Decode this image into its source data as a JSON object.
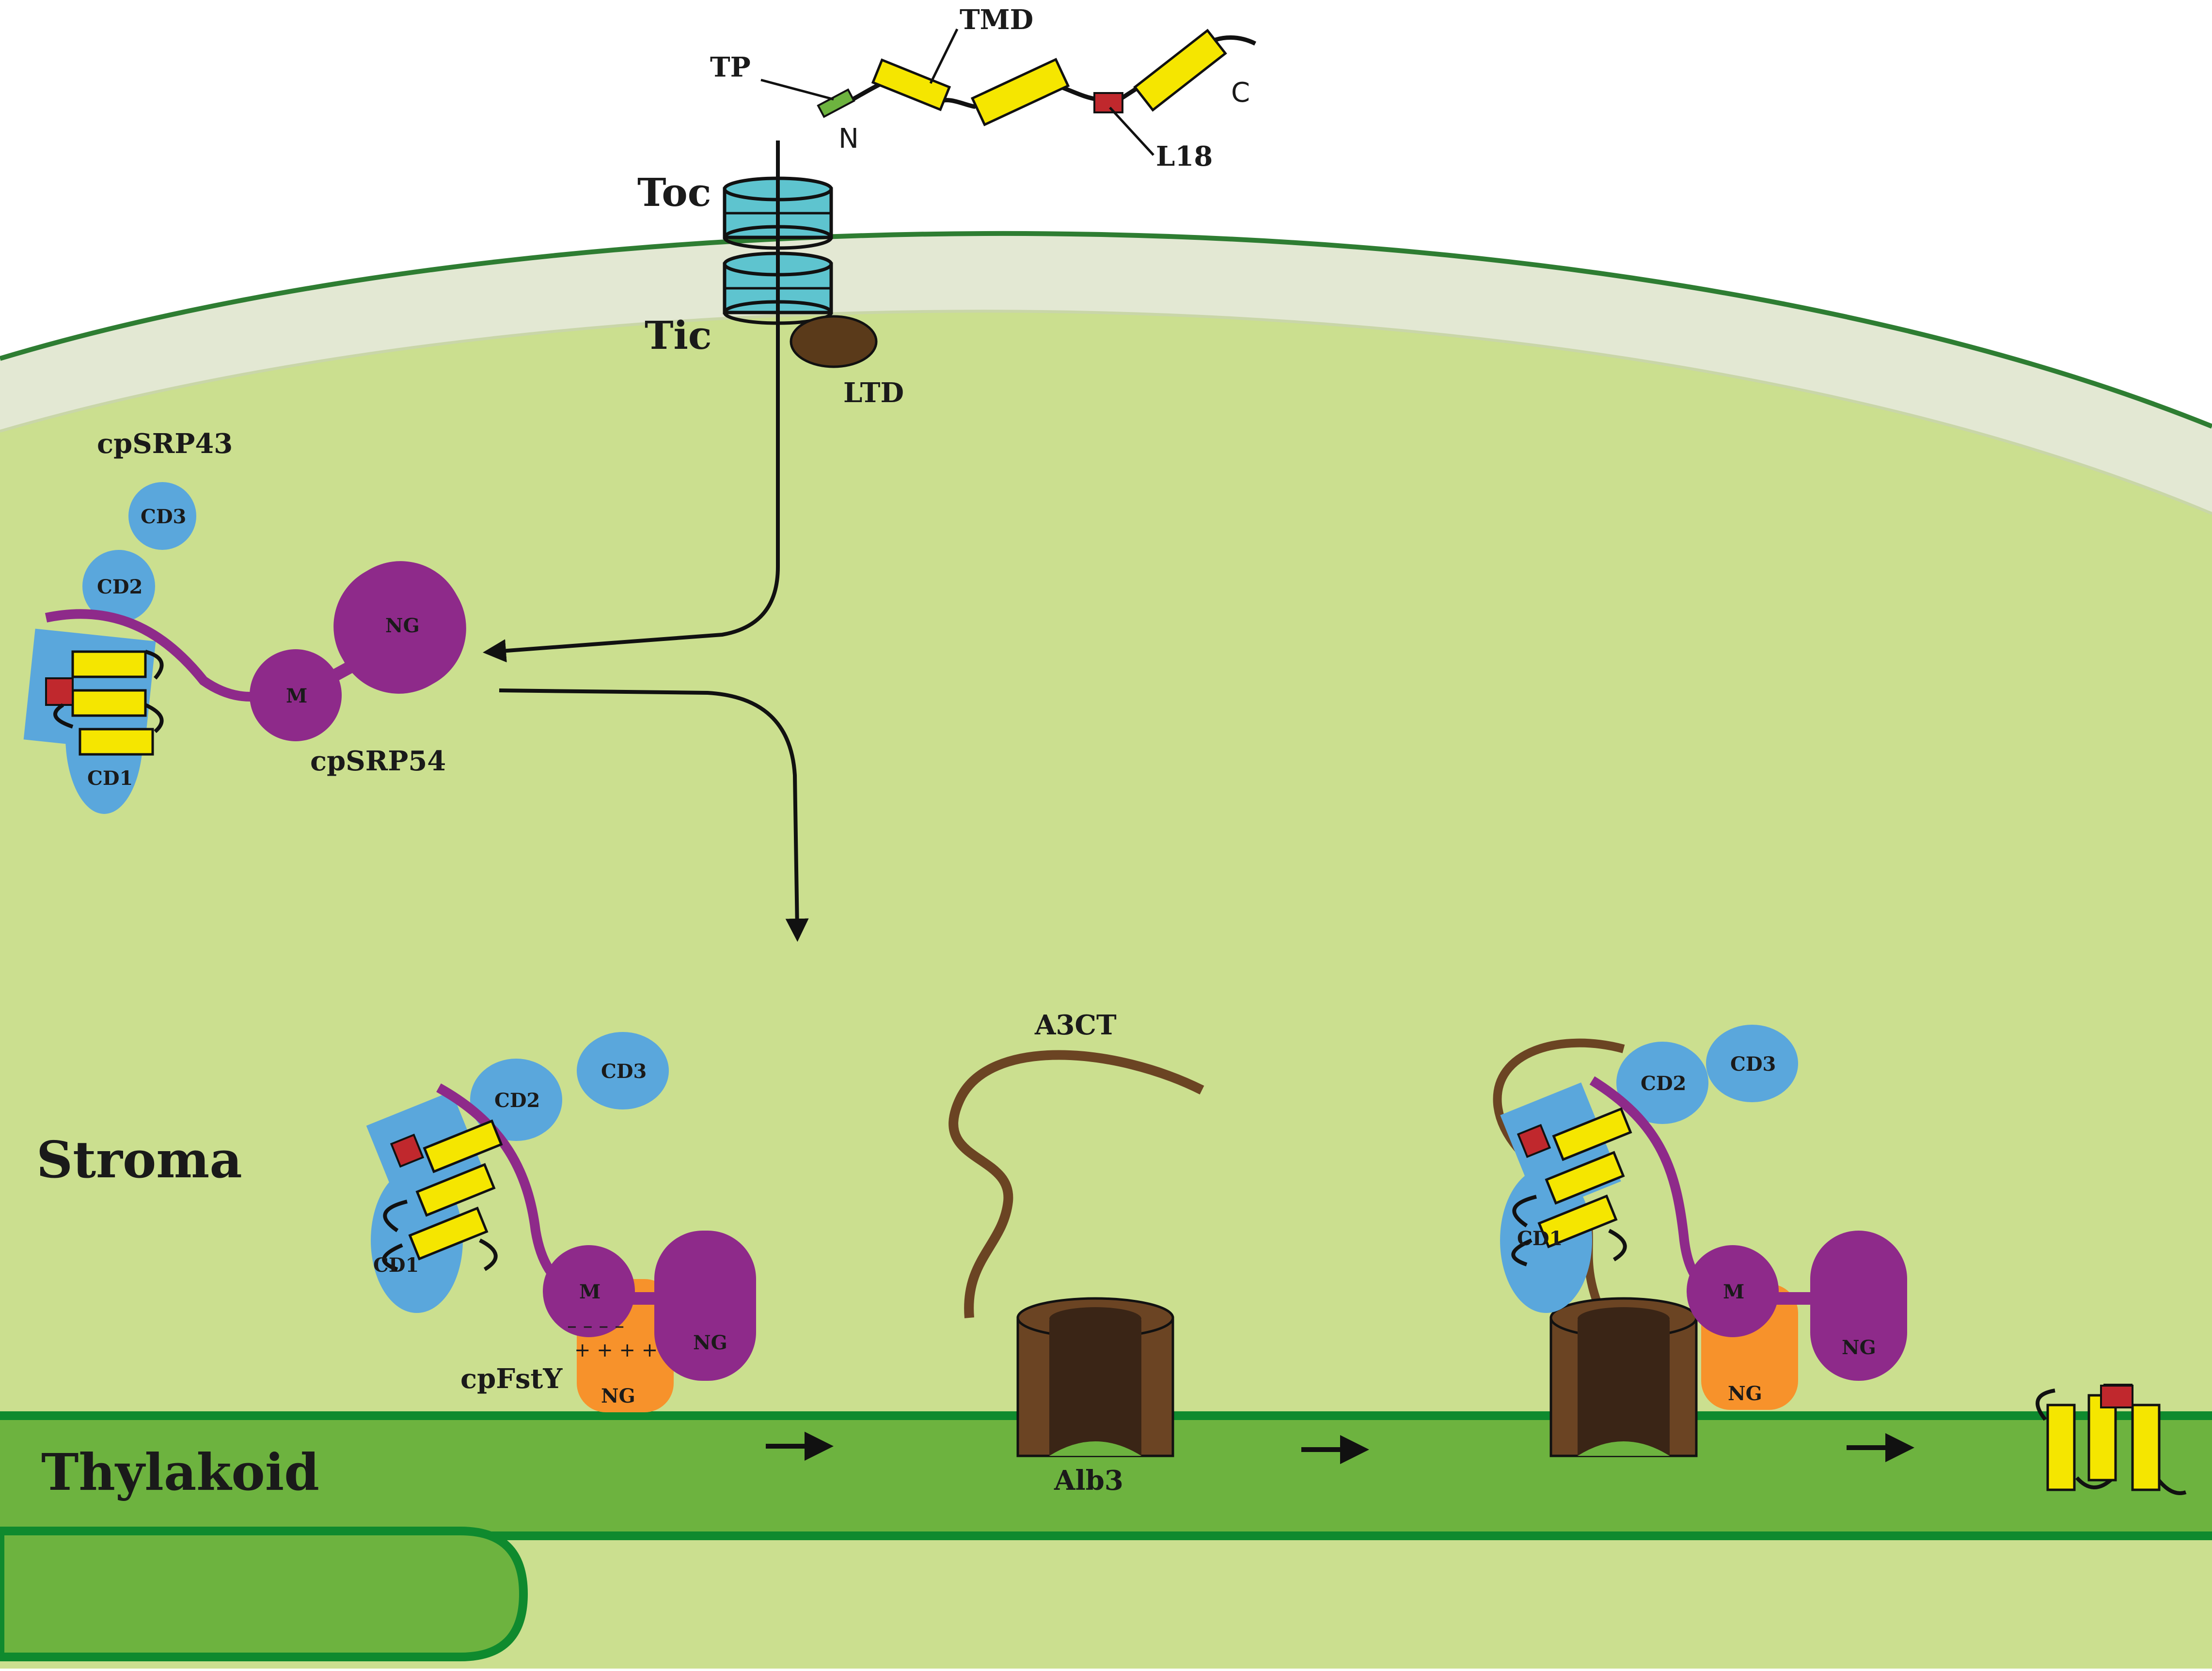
{
  "labels": {
    "tp": "TP",
    "tmd": "TMD",
    "n_term": "N",
    "c_term": "C",
    "l18": "L18",
    "toc": "Toc",
    "tic": "Tic",
    "ltd": "LTD",
    "cpsrp43": "cpSRP43",
    "cpsrp54": "cpSRP54",
    "stroma": "Stroma",
    "thylakoid": "Thylakoid",
    "cpftsy": "cpFstY",
    "a3ct": "A3CT",
    "alb3": "Alb3"
  },
  "domains": {
    "cd1": "CD1",
    "cd2": "CD2",
    "cd3": "CD3",
    "m": "M",
    "ng": "NG"
  },
  "charges": {
    "negative": "– – – –",
    "positive": "+ + + +"
  },
  "colors": {
    "stroma": "#cbdf8f",
    "envelope_space": "#e3e8d3",
    "envelope_line": "#2e7d32",
    "thylakoid": "#6db33f",
    "thylakoid_line": "#0f8a2e",
    "srp43": "#5aa7dc",
    "srp54": "#8e2a8a",
    "tmd": "#f5e600",
    "l18": "#c0282d",
    "tp": "#6db33f",
    "channel": "#5ec4cf",
    "ltd": "#5a3a1a",
    "alb3": "#6b4423",
    "alb3_inner": "#3a2516",
    "cpftsy": "#f7922b"
  }
}
